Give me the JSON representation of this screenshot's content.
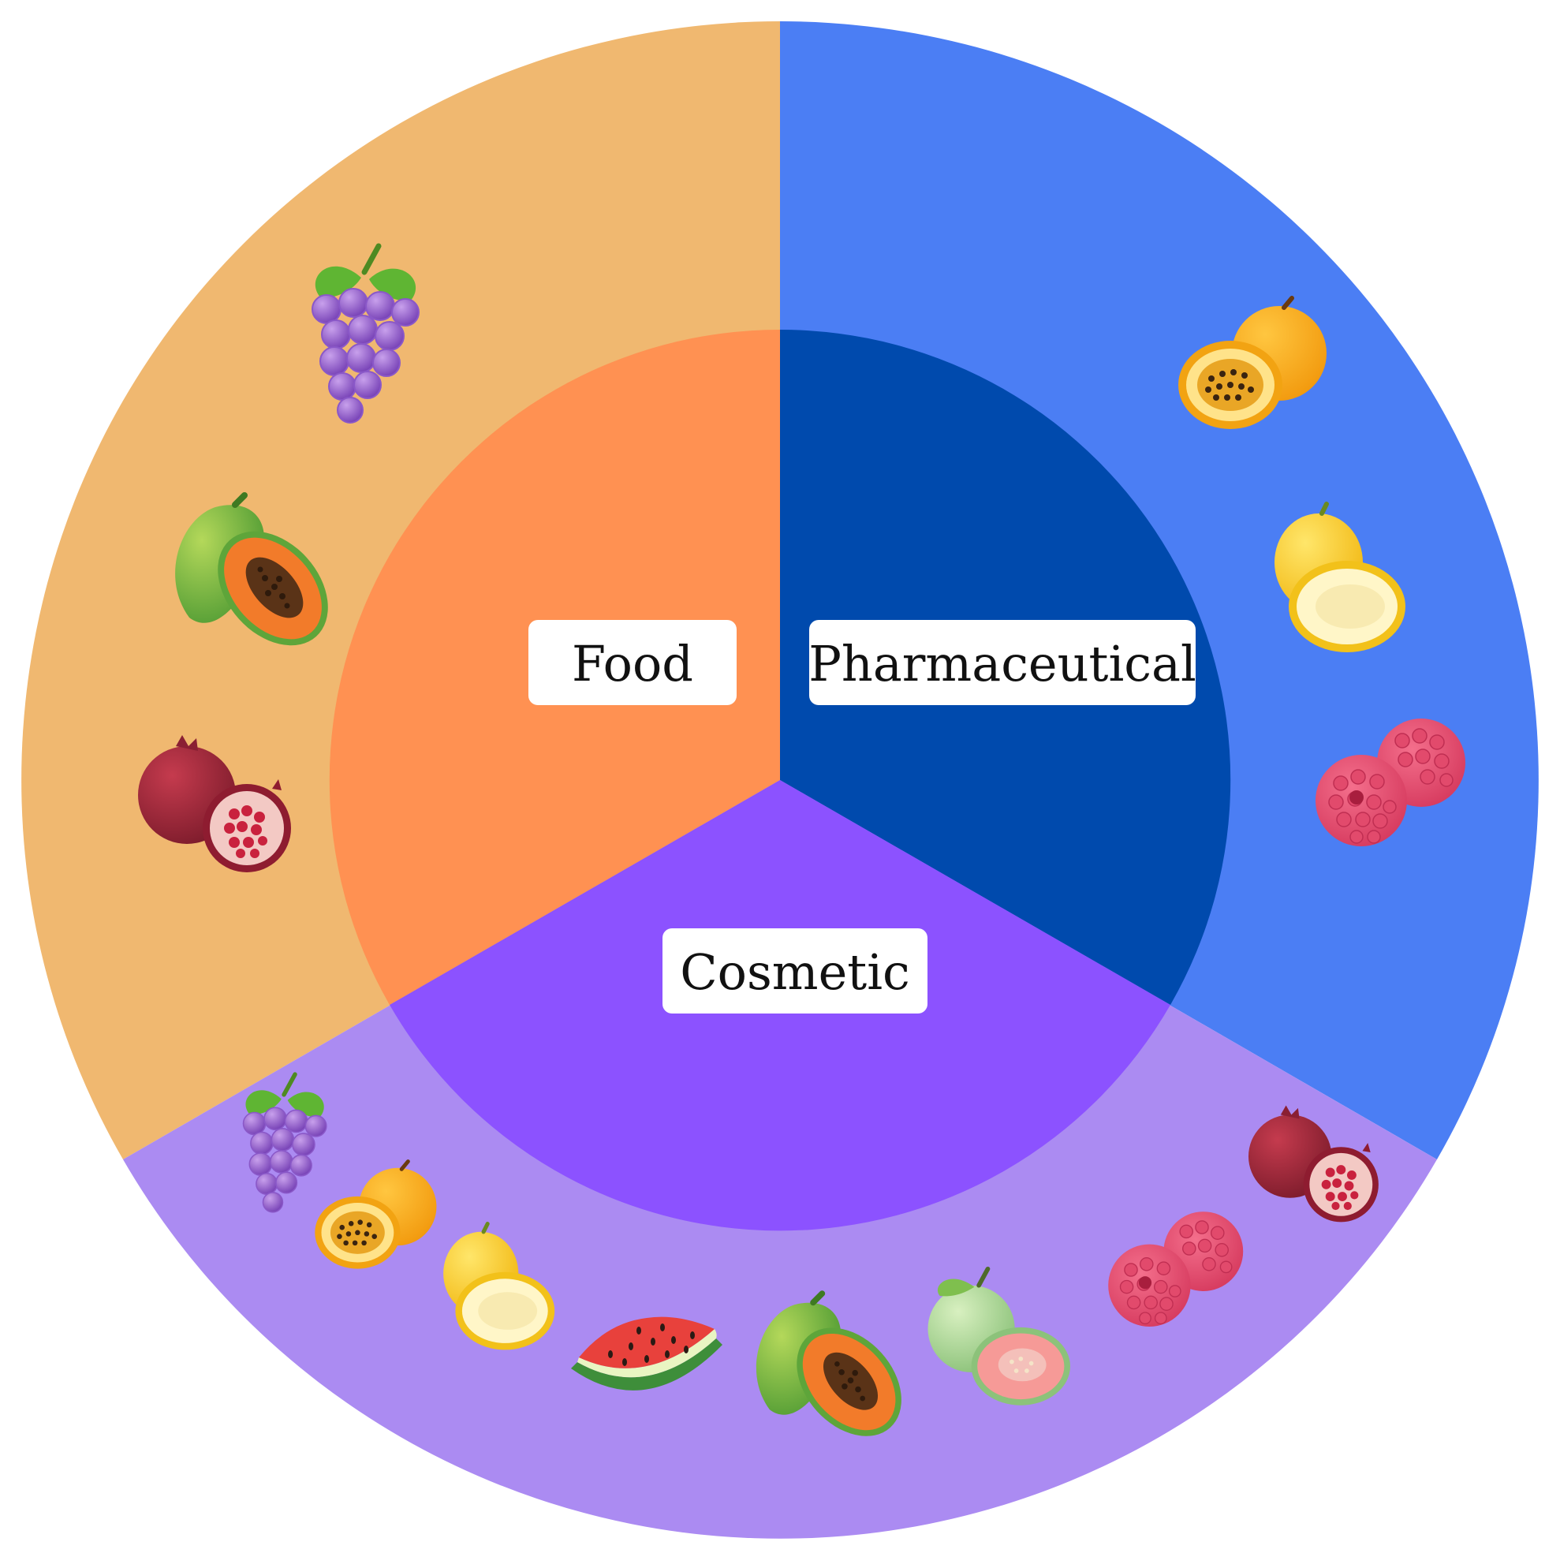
{
  "diagram": {
    "segments": [
      {
        "id": "food",
        "label": "Food",
        "inner_color": "#FF9152",
        "outer_color": "#F0B870",
        "fruits": [
          "grapes-icon",
          "papaya-icon",
          "pomegranate-icon"
        ]
      },
      {
        "id": "pharmaceutical",
        "label": "Pharmaceutical",
        "inner_color": "#004AAD",
        "outer_color": "#4B7EF4",
        "fruits": [
          "passion-fruit-icon",
          "yellow-melon-icon",
          "raspberry-icon"
        ]
      },
      {
        "id": "cosmetic",
        "label": "Cosmetic",
        "inner_color": "#8C52FF",
        "outer_color": "#AB8BF2",
        "fruits": [
          "grapes-icon",
          "passion-fruit-icon",
          "yellow-melon-icon",
          "watermelon-icon",
          "papaya-icon",
          "guava-icon",
          "raspberry-icon",
          "pomegranate-icon"
        ]
      }
    ]
  }
}
